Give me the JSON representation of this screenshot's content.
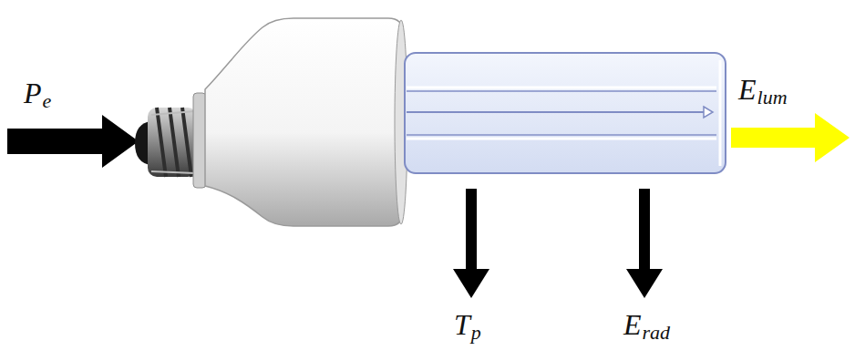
{
  "diagram": {
    "labels": [
      "P",
      "e",
      "E",
      "lum",
      "T",
      "p",
      "E",
      "rad"
    ]
  }
}
